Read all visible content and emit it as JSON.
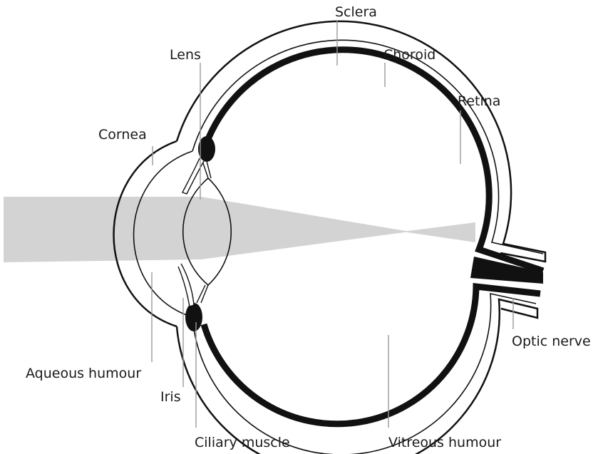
{
  "labels": {
    "sclera": "Sclera",
    "choroid": "Choroid",
    "lens": "Lens",
    "retina": "Retina",
    "cornea": "Cornea",
    "optic_nerve": "Optic nerve",
    "aqueous_humour": "Aqueous humour",
    "iris": "Iris",
    "ciliary_muscle": "Ciliary muscle",
    "vitreous_humour": "Vitreous humour"
  },
  "colors": {
    "outline": "#111111",
    "light_beam": "#d3d3d3",
    "leader_line": "#999999",
    "background": "#ffffff"
  }
}
